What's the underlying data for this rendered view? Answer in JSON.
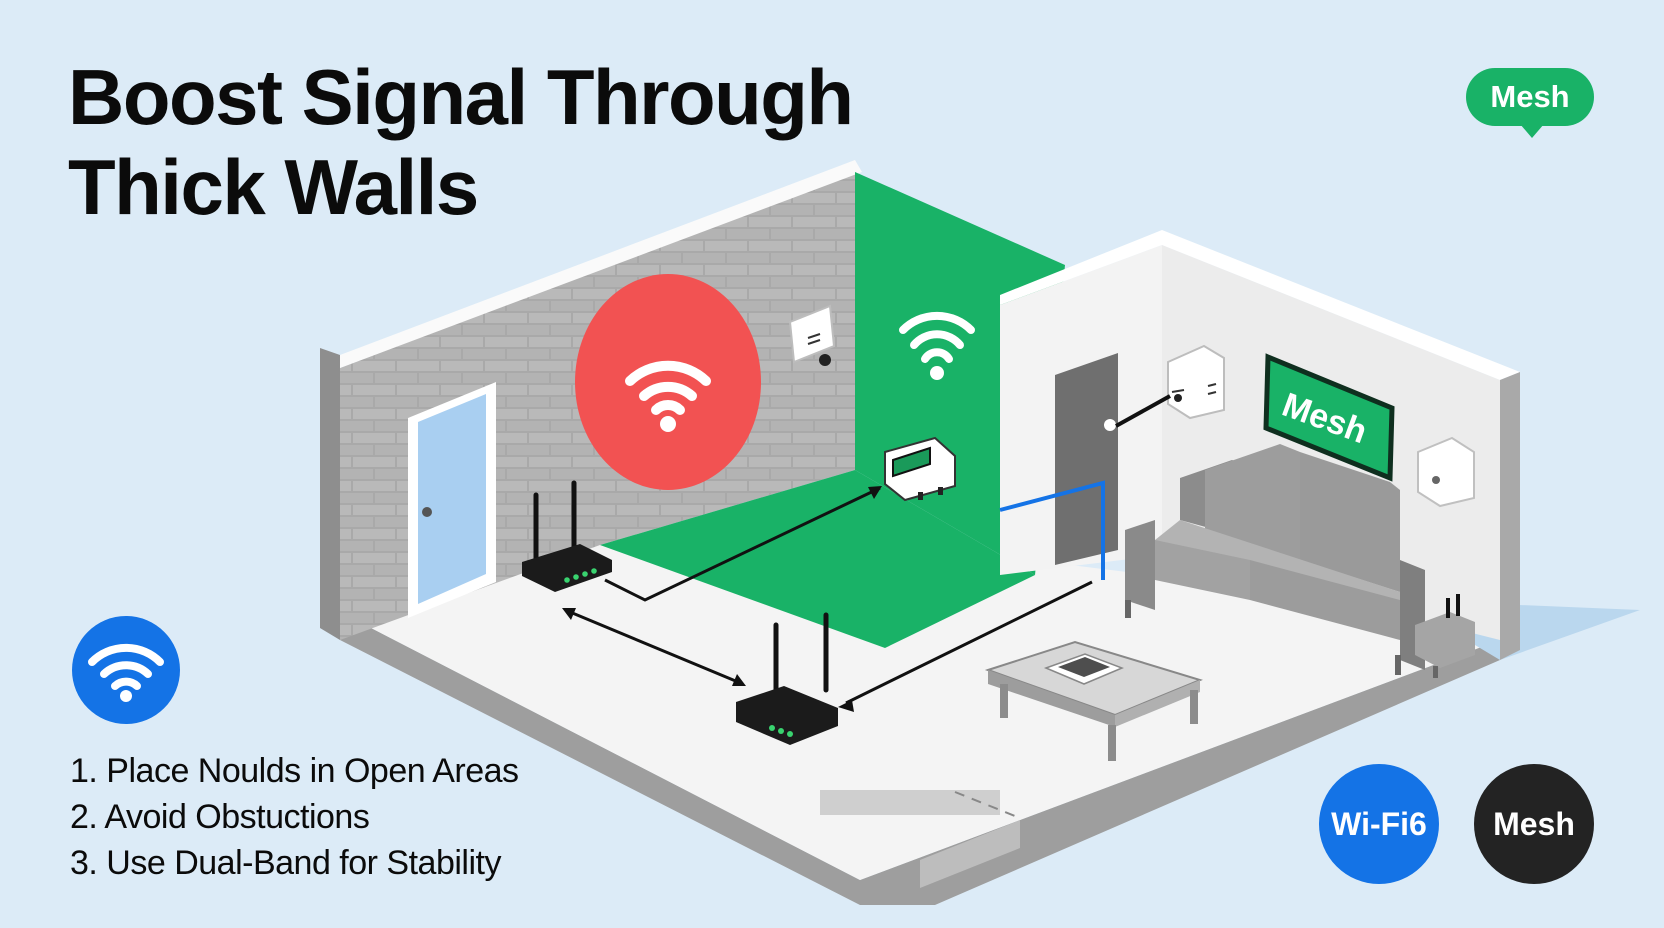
{
  "header": {
    "title_line1": "Boost Signal Through",
    "title_line2": "Thick Walls"
  },
  "badges": {
    "mesh_bubble": "Mesh",
    "wall_sign": "Mesh",
    "wifi6": "Wi-Fi6",
    "mesh_circle": "Mesh"
  },
  "steps": [
    "1. Place Noulds in Open Areas",
    "2. Avoid Obstuctions",
    "3. Use Dual-Band for Stability"
  ],
  "colors": {
    "background": "#dcebf7",
    "accent_green": "#19b267",
    "accent_blue": "#1473e6",
    "weak_signal_red": "#f25252",
    "dark": "#232323"
  },
  "icons": [
    "wifi-icon",
    "router-icon",
    "mesh-node-icon",
    "door-icon",
    "sofa-icon",
    "coffee-table-icon"
  ]
}
